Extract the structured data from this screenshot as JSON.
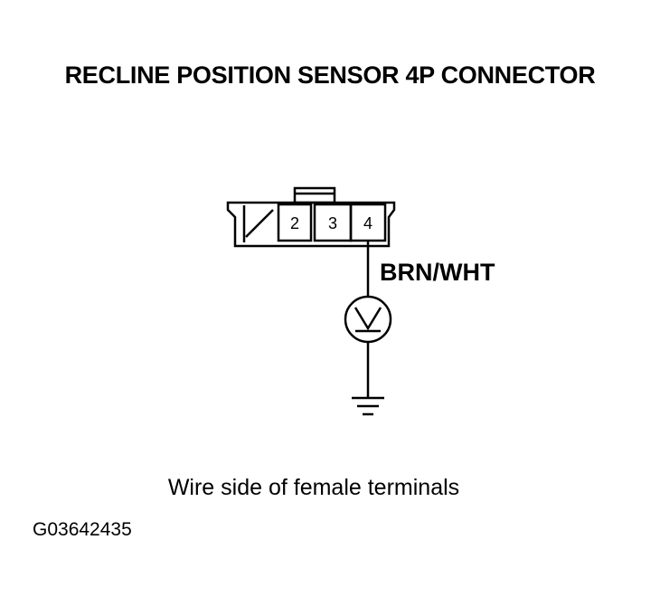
{
  "title": "RECLINE POSITION SENSOR 4P CONNECTOR",
  "connector": {
    "terminals": [
      "2",
      "3",
      "4"
    ]
  },
  "wire": {
    "color_label": "BRN/WHT"
  },
  "symbols": {
    "meter": "voltmeter-icon",
    "ground": "ground-icon"
  },
  "caption": "Wire side of female terminals",
  "figure_id": "G03642435"
}
